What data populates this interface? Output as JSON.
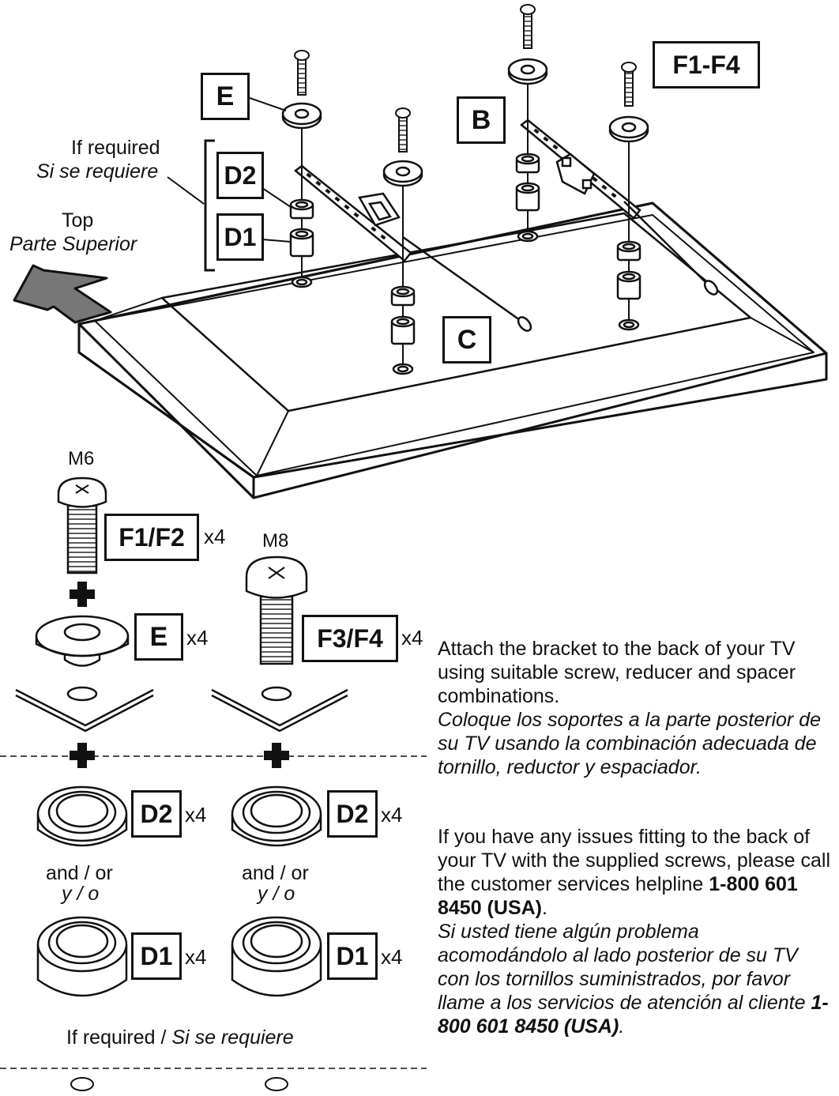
{
  "callouts": {
    "E": "E",
    "B": "B",
    "C": "C",
    "F1_F4": "F1-F4",
    "D2": "D2",
    "D1": "D1"
  },
  "top_labels": {
    "if_required_en": "If required",
    "if_required_es": "Si se requiere",
    "top_en": "Top",
    "top_es": "Parte Superior"
  },
  "parts": {
    "m6": "M6",
    "m8": "M8",
    "f1f2": "F1/F2",
    "f3f4": "F3/F4",
    "e": "E",
    "d2_left": "D2",
    "d2_right": "D2",
    "d1_left": "D1",
    "d1_right": "D1",
    "qty": "x4",
    "and_or_en": "and / or",
    "and_or_es": "y / o",
    "if_required_en": "If required",
    "separator": " / ",
    "if_required_es": "Si se requiere"
  },
  "instructions": {
    "p1_en": "Attach the bracket to the back of your TV using suitable screw, reducer and spacer combinations.",
    "p1_es": "Coloque los soportes a la parte posterior de su TV usando la combinación adecuada de tornillo, reductor y espaciador.",
    "p2_en_pre": "If you have any issues fitting to the back of your TV with the supplied screws, please call the customer services helpline ",
    "p2_en_phone": "1-800 601 8450 (USA)",
    "p2_en_post": ".",
    "p2_es_pre": "Si usted tiene algún problema acomodándolo al lado posterior de su TV con los tornillos suministrados, por favor llame a los servicios de atención al cliente ",
    "p2_es_phone": "1-800 601 8450 (USA)",
    "p2_es_post": "."
  }
}
